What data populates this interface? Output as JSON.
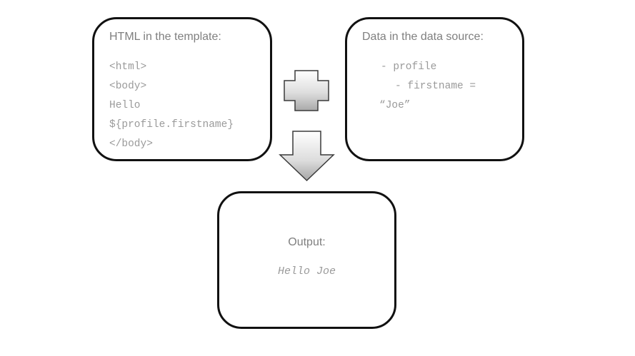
{
  "template_box": {
    "title": "HTML in the template:",
    "lines": [
      "<html>",
      "<body>",
      "Hello",
      "${profile.firstname}",
      "</body>"
    ]
  },
  "data_box": {
    "title": "Data in the data source:",
    "lines": [
      "- profile",
      "- firstname =",
      "“Joe”"
    ]
  },
  "output_box": {
    "title": "Output:",
    "value": "Hello Joe"
  },
  "icons": {
    "combine": "plus-icon",
    "result": "down-arrow-icon"
  },
  "colors": {
    "border": "#111111",
    "text": "#7f7f7f",
    "code_text": "#9a9a9a"
  }
}
